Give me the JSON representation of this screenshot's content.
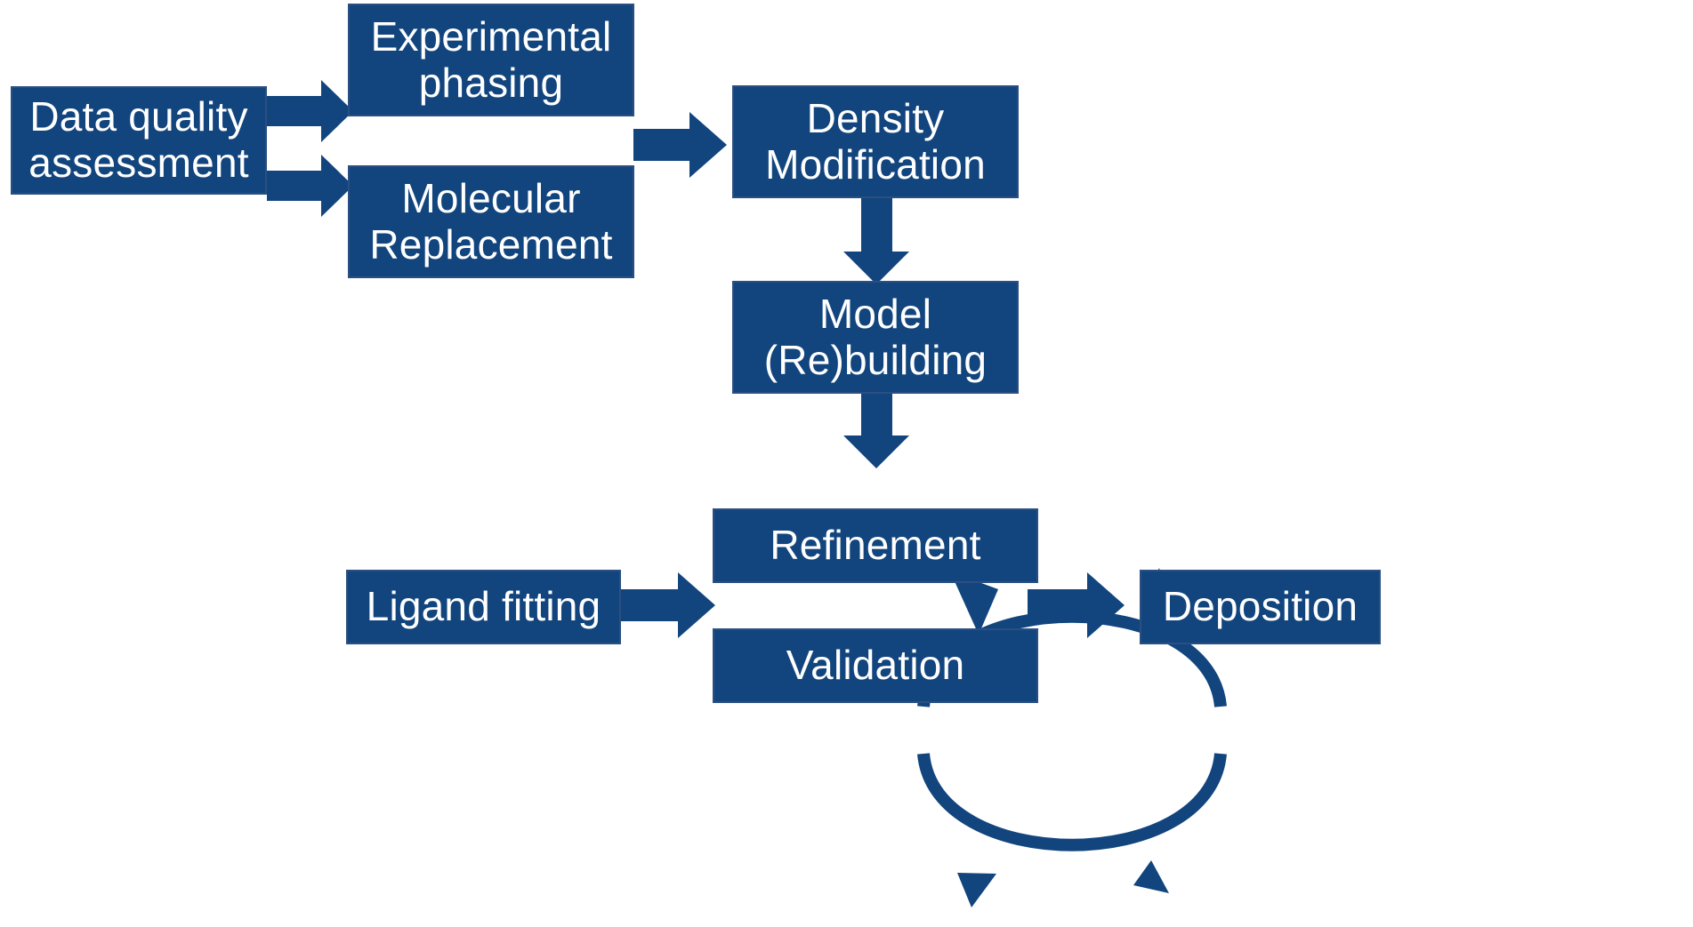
{
  "diagram": {
    "title": "Macromolecular crystallography structure determination workflow",
    "accent_color": "#12457d",
    "border_color": "#2b4f82",
    "text_color": "#ffffff",
    "background_color": "#ffffff",
    "nodes": [
      {
        "id": "data-quality-assessment",
        "label": "Data quality\nassessment"
      },
      {
        "id": "experimental-phasing",
        "label": "Experimental\nphasing"
      },
      {
        "id": "molecular-replacement",
        "label": "Molecular\nReplacement"
      },
      {
        "id": "density-modification",
        "label": "Density\nModification"
      },
      {
        "id": "model-rebuilding",
        "label": "Model\n(Re)building"
      },
      {
        "id": "refinement",
        "label": "Refinement"
      },
      {
        "id": "validation",
        "label": "Validation"
      },
      {
        "id": "ligand-fitting",
        "label": "Ligand fitting"
      },
      {
        "id": "deposition",
        "label": "Deposition"
      }
    ],
    "edges": [
      {
        "id": "dq-to-exp",
        "from": "data-quality-assessment",
        "to": "experimental-phasing",
        "kind": "straight-right"
      },
      {
        "id": "dq-to-mr",
        "from": "data-quality-assessment",
        "to": "molecular-replacement",
        "kind": "straight-right"
      },
      {
        "id": "phase-to-dm",
        "from": "experimental-phasing",
        "to": "density-modification",
        "kind": "straight-right"
      },
      {
        "id": "dm-to-model",
        "from": "density-modification",
        "to": "model-rebuilding",
        "kind": "straight-down"
      },
      {
        "id": "model-to-cycle",
        "from": "model-rebuilding",
        "to": "refinement",
        "kind": "straight-down"
      },
      {
        "id": "ligand-to-cycle",
        "from": "ligand-fitting",
        "to": "refinement",
        "kind": "straight-right"
      },
      {
        "id": "cycle-to-dep",
        "from": "validation",
        "to": "deposition",
        "kind": "straight-right"
      },
      {
        "id": "refine-validate-cycle",
        "from": "refinement",
        "to": "validation",
        "kind": "circular-loop"
      }
    ]
  }
}
